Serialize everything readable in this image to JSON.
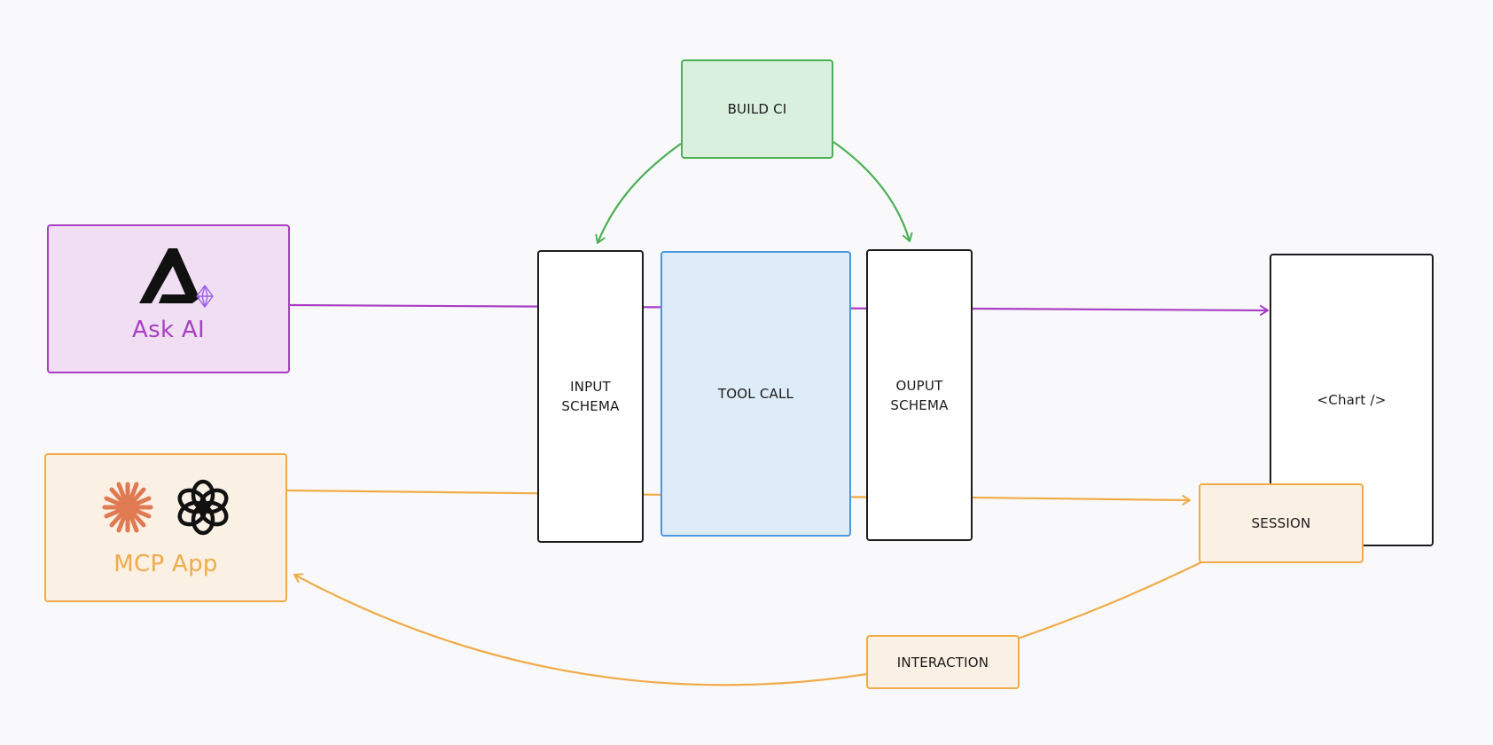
{
  "sources": {
    "ask_ai": {
      "label": "Ask AI",
      "icon": "triangle-logo-icon",
      "badge_icon": "diamond-icon",
      "color": "#a83ec4"
    },
    "mcp_app": {
      "label": "MCP App",
      "icons": [
        "claude-starburst-icon",
        "openai-knot-icon"
      ],
      "color": "#f0ab48"
    }
  },
  "nodes": {
    "build_ci": {
      "label": "BUILD CI",
      "color": "#4caf55"
    },
    "input_schema": {
      "label": "INPUT\nSCHEMA"
    },
    "tool_call": {
      "label": "TOOL CALL",
      "color": "#4a97e0"
    },
    "output_schema": {
      "label": "OUPUT\nSCHEMA"
    },
    "chart": {
      "label": "<Chart />"
    },
    "session": {
      "label": "SESSION",
      "color": "#f0ab48"
    },
    "interaction": {
      "label": "INTERACTION",
      "color": "#f0ab48"
    }
  }
}
